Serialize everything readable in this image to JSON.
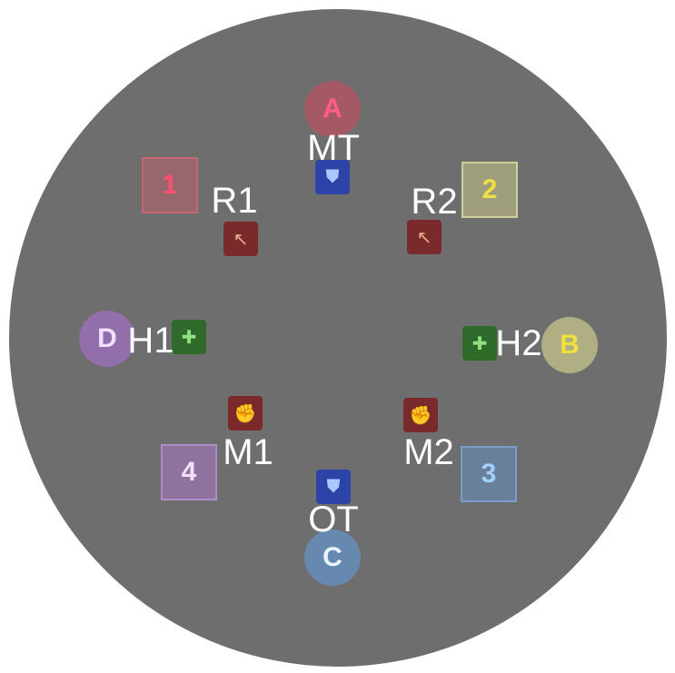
{
  "waymarks": {
    "A": {
      "glyph": "A",
      "color": "#e8405a"
    },
    "B": {
      "glyph": "B",
      "color": "#f0e040"
    },
    "C": {
      "glyph": "C",
      "color": "#4aa0f0"
    },
    "D": {
      "glyph": "D",
      "color": "#c080e0"
    },
    "one": {
      "glyph": "1",
      "color": "#e8405a"
    },
    "two": {
      "glyph": "2",
      "color": "#f0e040"
    },
    "three": {
      "glyph": "3",
      "color": "#4aa0f0"
    },
    "four": {
      "glyph": "4",
      "color": "#c080e0"
    }
  },
  "players": {
    "MT": {
      "label": "MT",
      "role": "tank",
      "icon": "shield-icon"
    },
    "OT": {
      "label": "OT",
      "role": "tank",
      "icon": "shield-icon"
    },
    "R1": {
      "label": "R1",
      "role": "ranged",
      "icon": "arrow-icon"
    },
    "R2": {
      "label": "R2",
      "role": "ranged",
      "icon": "arrow-icon"
    },
    "H1": {
      "label": "H1",
      "role": "healer",
      "icon": "cross-icon"
    },
    "H2": {
      "label": "H2",
      "role": "healer",
      "icon": "cross-icon"
    },
    "M1": {
      "label": "M1",
      "role": "melee",
      "icon": "fist-icon"
    },
    "M2": {
      "label": "M2",
      "role": "melee",
      "icon": "fist-icon"
    }
  },
  "colors": {
    "arena": "#6e6e6e",
    "tank": "#2c44a8",
    "healer": "#2f6a2a",
    "dps": "#7a2a2a"
  }
}
